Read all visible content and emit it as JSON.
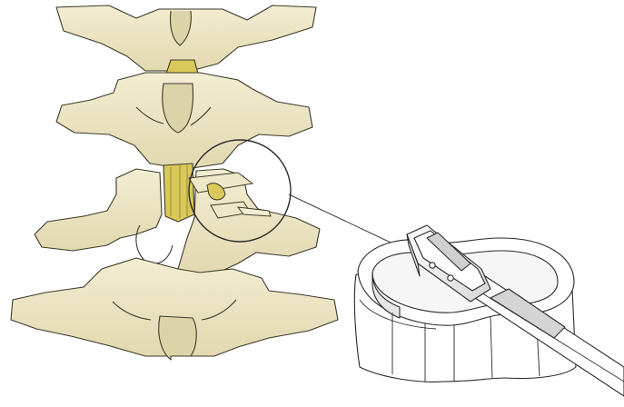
{
  "figure": {
    "spine_illustration": "lumbar-vertebrae",
    "device_illustration": "interbody-cage-with-inserter",
    "magnifier": "circle-callout",
    "colors": {
      "bone_fill": "#efe8c8",
      "bone_shade": "#ddd3a8",
      "bone_stroke": "#3a3a2a",
      "disc_fill": "#d9c85a",
      "device_stroke": "#2a2a2a",
      "device_fill": "#ffffff",
      "device_shade": "#cfcfcf"
    }
  }
}
